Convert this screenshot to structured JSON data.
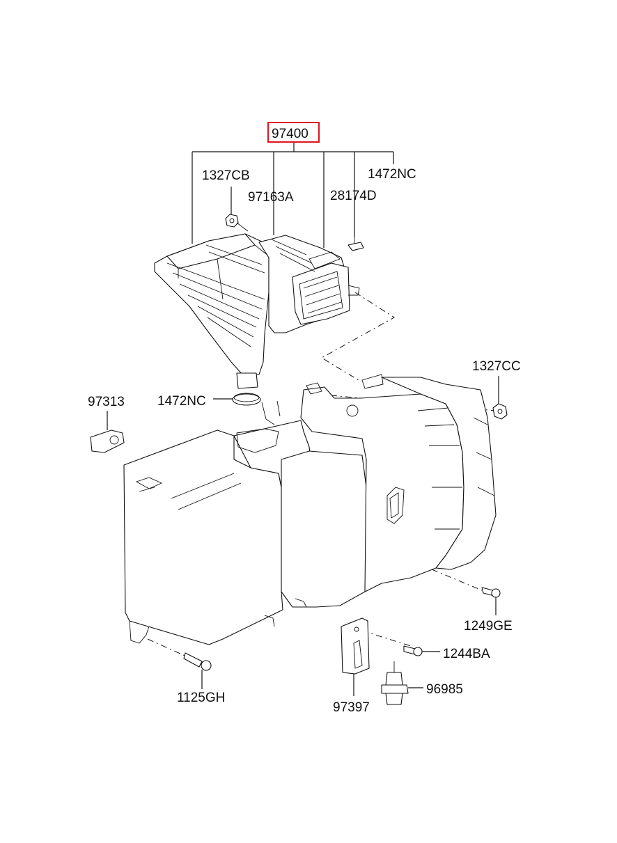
{
  "diagram": {
    "highlight_color": "#e0141e",
    "line_color": "#111111",
    "labels": {
      "main_assembly": "97400",
      "nut_top": "1327CB",
      "filter": "97163A",
      "clip": "28174D",
      "clamp_top_right": "1472NC",
      "nut_right": "1327CC",
      "packing": "97313",
      "clamp_left": "1472NC",
      "bolt_right": "1249GE",
      "screw": "1244BA",
      "sensor": "96985",
      "bracket": "97397",
      "bolt_bottom": "1125GH"
    }
  }
}
